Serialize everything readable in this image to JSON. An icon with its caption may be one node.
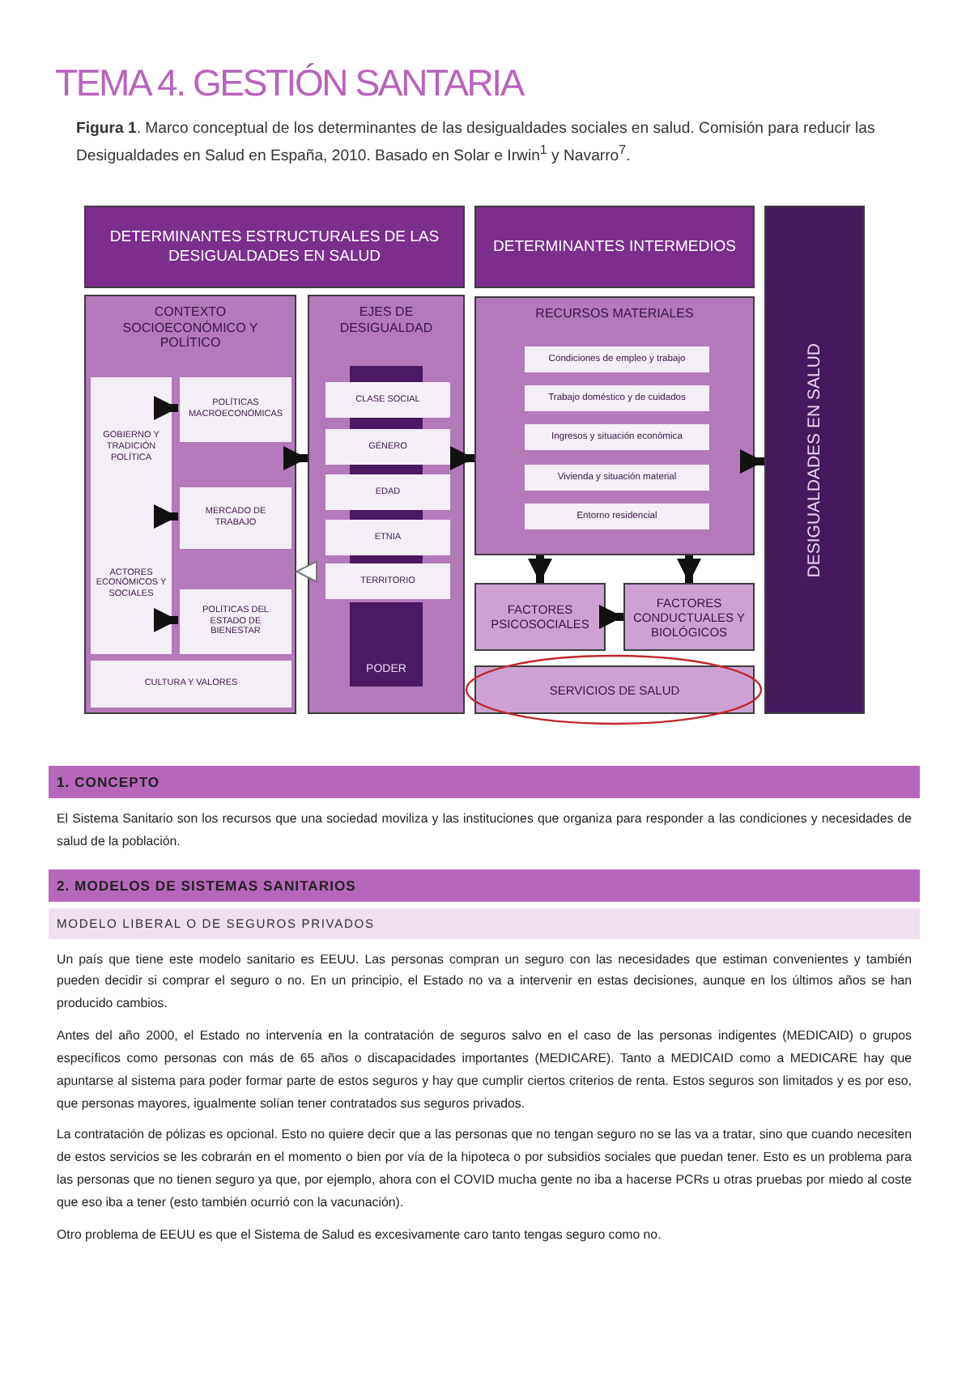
{
  "diagram": {
    "title": "TEMA 4. GESTIÓN SANTARIA",
    "caption": "**Figura 1**. Marco conceptual de los determinantes de las desigualdades sociales en salud. Comisión para reducir las Desigualdades en Salud en España, 2010. Basado en Solar e Irwin$^{1}$ y Navarro$^{7}$.",
    "nodes": [
      {
        "text": [
          "DETERMINANTES ESTRUCTURALES DE LAS DESIGUALDADES EN SALUD"
        ]
      },
      {
        "text": [
          "DETERMINANTES INTERMEDIOS"
        ]
      },
      {
        "text": [
          "CONTEXTO SOCIOECONÓMICO Y POLÍTICO"
        ]
      },
      {
        "text": [
          "GOBIERNO Y TRADICIÓN POLÍTICA",
          "ACTORES ECONÓMICOS Y SOCIALES"
        ],
        "in": 2
      },
      {
        "text": [
          "POLÍTICAS MACROECONÓMICAS"
        ],
        "in": 2
      },
      {
        "text": [
          "MERCADO DE TRABAJO"
        ],
        "in": 2
      },
      {
        "text": [
          "POLÍTICAS DEL ESTADO DE BIENESTAR"
        ],
        "in": 2
      },
      {
        "text": [
          "CULTURA Y VALORES"
        ],
        "in": 2
      },
      {
        "text": [
          "EJES DE DESIGUALDAD"
        ]
      },
      {
        "text": [
          "PODER"
        ],
        "in": 8
      },
      {
        "text": [
          "CLASE SOCIAL"
        ],
        "in": 8
      },
      {
        "text": [
          "GÉNERO"
        ],
        "in": 8
      },
      {
        "text": [
          "EDAD"
        ],
        "in": 8
      },
      {
        "text": [
          "ETNIA"
        ],
        "in": 8
      },
      {
        "text": [
          "TERRITORIO"
        ],
        "in": 8
      },
      {
        "text": [
          "RECURSOS MATERIALES"
        ]
      },
      {
        "text": [
          "Condiciones de empleo y trabajo"
        ],
        "in": 15
      },
      {
        "text": [
          "Trabajo doméstico y de cuidados"
        ],
        "in": 15
      },
      {
        "text": [
          "Ingresos y situación económica"
        ],
        "in": 15
      },
      {
        "text": [
          "Vivienda y situación material"
        ],
        "in": 15
      },
      {
        "text": [
          "Entorno residencial"
        ],
        "in": 15
      },
      {
        "text": [
          "FACTORES PSICOSOCIALES"
        ]
      },
      {
        "text": [
          "FACTORES CONDUCTUALES Y BIOLÓGICOS"
        ]
      },
      {
        "text": [
          "SERVICIOS DE SALUD"
        ]
      },
      {
        "text": [
          "DESIGUALDADES EN SALUD"
        ]
      }
    ],
    "edges": [
      {
        "from": 3,
        "to": 4,
        "arrow": "to"
      },
      {
        "from": 3,
        "to": 5,
        "arrow": "to"
      },
      {
        "from": 3,
        "to": 6,
        "arrow": "to"
      },
      {
        "from": 2,
        "to": 8,
        "arrow": "to"
      },
      {
        "from": 8,
        "to": 15,
        "arrow": "to"
      },
      {
        "from": 8,
        "to": 2,
        "arrow": "to",
        "color": "#ffffff"
      },
      {
        "from": 15,
        "to": 24,
        "arrow": "to"
      },
      {
        "from": 15,
        "to": 21,
        "arrow": "to"
      },
      {
        "from": 15,
        "to": 22,
        "arrow": "to"
      },
      {
        "from": 21,
        "to": 22,
        "arrow": "to"
      }
    ],
    "labels": [
      "1. CONCEPTO",
      "El Sistema Sanitario son los recursos que una sociedad moviliza y las instituciones que organiza para responder a las condiciones y necesidades de salud de la población.",
      "2. MODELOS DE SISTEMAS SANITARIOS",
      "MODELO LIBERAL O DE SEGUROS PRIVADOS",
      "Un país que tiene este modelo sanitario es EEUU. Las personas compran un seguro con las necesidades que estiman convenientes y también pueden decidir si comprar el seguro o no. En un principio, el Estado no va a intervenir en estas decisiones, aunque en los últimos años se han producido cambios.",
      "Antes del año 2000, el Estado no intervenía en la contratación de seguros salvo en el caso de las personas indigentes (MEDICAID) o grupos específicos como personas con más de 65 años o discapacidades importantes (MEDICARE). Tanto a MEDICAID como a MEDICARE hay que apuntarse al sistema para poder formar parte de estos seguros y hay que cumplir ciertos criterios de renta. Estos seguros son limitados y es por eso, que personas mayores, igualmente solían tener contratados sus seguros privados.",
      "La contratación de pólizas es opcional. Esto no quiere decir que a las personas que no tengan seguro no se las va a tratar, sino que cuando necesiten de estos servicios se les cobrarán en el momento o bien por vía de la hipoteca o por subsidios sociales que puedan tener. Esto es un problema para las personas que no tienen seguro ya que, por ejemplo, ahora con el COVID mucha gente no iba a hacerse PCRs u otras pruebas por miedo al coste que eso iba a tener (esto también ocurrió con la vacunación).",
      "Otro problema de EEUU es que el Sistema de Salud es excesivamente caro tanto tengas seguro como no."
    ]
  }
}
